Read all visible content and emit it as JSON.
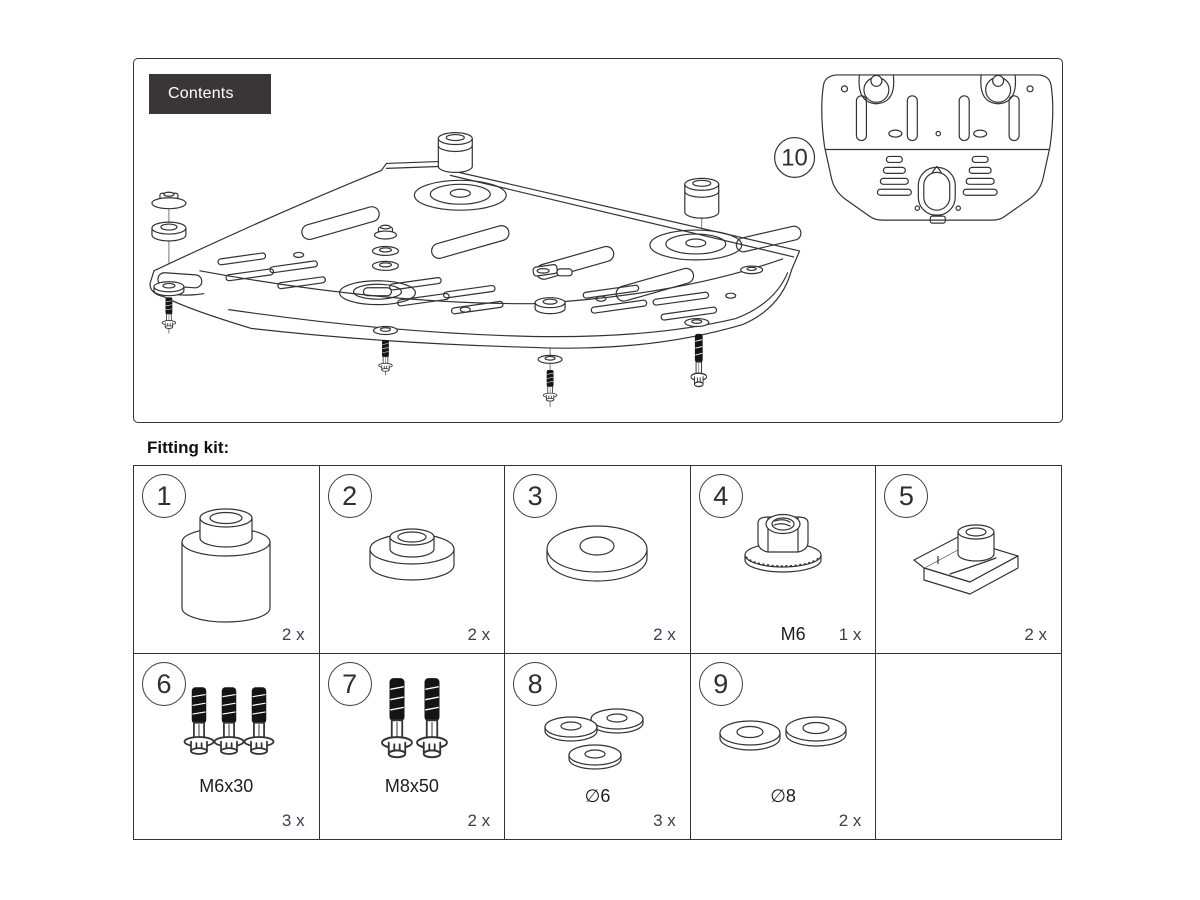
{
  "contents_panel": {
    "label": "Contents",
    "callout_number": "10",
    "main_illustration": "skid-plate-isometric-exploded-view",
    "secondary_illustration": "skid-plate-front-view"
  },
  "fitting_kit": {
    "title": "Fitting kit:",
    "items": [
      {
        "number": "1",
        "part": "rubber-spacer-bush",
        "label": "",
        "qty": "2 x"
      },
      {
        "number": "2",
        "part": "spacer-washer-short",
        "label": "",
        "qty": "2 x"
      },
      {
        "number": "3",
        "part": "large-flat-washer",
        "label": "",
        "qty": "2 x"
      },
      {
        "number": "4",
        "part": "serrated-flange-nut",
        "label": "M6",
        "qty": "1 x"
      },
      {
        "number": "5",
        "part": "u-clip-captive-nut",
        "label": "",
        "qty": "2 x"
      },
      {
        "number": "6",
        "part": "hex-flange-bolt",
        "label": "M6x30",
        "qty": "3 x"
      },
      {
        "number": "7",
        "part": "hex-flange-bolt-long",
        "label": "M8x50",
        "qty": "2 x"
      },
      {
        "number": "8",
        "part": "flat-washer-set",
        "label": "∅6",
        "qty": "3 x"
      },
      {
        "number": "9",
        "part": "flat-washer-pair",
        "label": "∅8",
        "qty": "2 x"
      }
    ]
  },
  "colors": {
    "line": "#333333",
    "bolt_fill": "#141414",
    "contents_box_bg": "#3a3637",
    "contents_box_text": "#ffffff",
    "quantity_text": "#3a4150",
    "background": "#ffffff"
  }
}
